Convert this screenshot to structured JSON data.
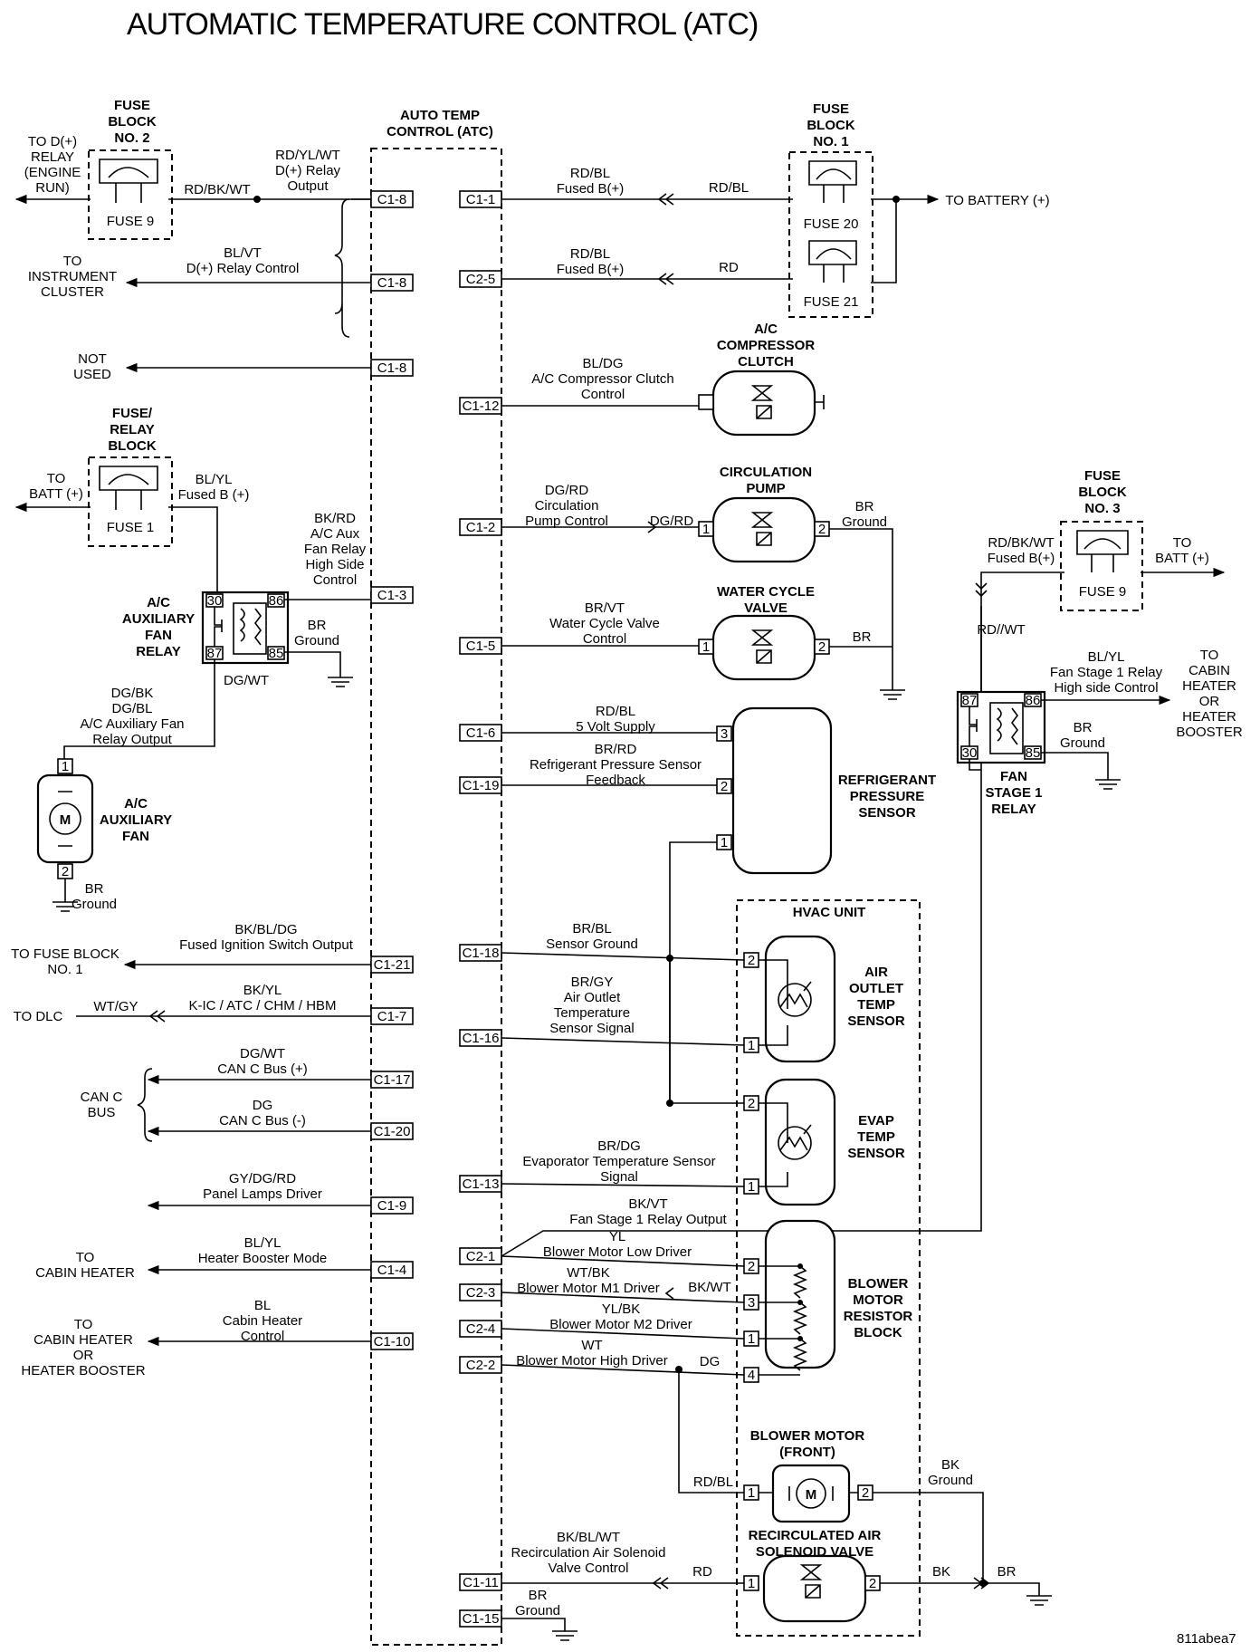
{
  "title": "AUTOMATIC TEMPERATURE CONTROL (ATC)",
  "footer_code": "811abea7",
  "module": [
    "AUTO TEMP",
    "CONTROL (ATC)"
  ],
  "fuse_block_2": {
    "title": [
      "FUSE",
      "BLOCK",
      "NO. 2"
    ],
    "fuse": "FUSE 9",
    "dest": [
      "TO D(+)",
      "RELAY",
      "(ENGINE",
      "RUN)"
    ],
    "wire": "RD/BK/WT"
  },
  "fuse_block_1": {
    "title": [
      "FUSE",
      "BLOCK",
      "NO. 1"
    ],
    "fuse_a": "FUSE 20",
    "fuse_b": "FUSE 21",
    "dest": "TO BATTERY (+)"
  },
  "fuse_relay_block": {
    "title": [
      "FUSE/",
      "RELAY",
      "BLOCK"
    ],
    "fuse": "FUSE 1",
    "dest": [
      "TO",
      "BATT (+)"
    ],
    "wire": [
      "BL/YL",
      "Fused B (+)"
    ]
  },
  "fuse_block_3": {
    "title": [
      "FUSE",
      "BLOCK",
      "NO. 3"
    ],
    "fuse": "FUSE 9",
    "dest": [
      "TO",
      "BATT (+)"
    ],
    "wire": [
      "RD/BK/WT",
      "Fused B(+)"
    ]
  },
  "left_circuits": {
    "c1_8a": {
      "pin": "C1-8",
      "wire": [
        "RD/YL/WT",
        "D(+) Relay",
        "Output"
      ]
    },
    "c1_8b": {
      "pin": "C1-8",
      "wire": [
        "BL/VT",
        "D(+) Relay Control"
      ],
      "dest": [
        "TO",
        "INSTRUMENT",
        "CLUSTER"
      ]
    },
    "c1_8c": {
      "pin": "C1-8",
      "dest": [
        "NOT",
        "USED"
      ]
    },
    "c1_3": {
      "pin": "C1-3",
      "wire": [
        "BK/RD",
        "A/C Aux",
        "Fan Relay",
        "High Side",
        "Control"
      ]
    },
    "c1_21": {
      "pin": "C1-21",
      "wire": [
        "BK/BL/DG",
        "Fused Ignition Switch Output"
      ],
      "dest": [
        "TO FUSE BLOCK",
        "NO. 1"
      ]
    },
    "c1_7": {
      "pin": "C1-7",
      "wire": [
        "BK/YL",
        "K-IC / ATC / CHM / HBM"
      ],
      "dest": "TO DLC",
      "wire2": "WT/GY"
    },
    "c1_17": {
      "pin": "C1-17",
      "wire": [
        "DG/WT",
        "CAN C Bus (+)"
      ]
    },
    "c1_20": {
      "pin": "C1-20",
      "wire": [
        "DG",
        "CAN C Bus (-)"
      ]
    },
    "can_label": [
      "CAN C",
      "BUS"
    ],
    "c1_9": {
      "pin": "C1-9",
      "wire": [
        "GY/DG/RD",
        "Panel Lamps Driver"
      ]
    },
    "c1_4": {
      "pin": "C1-4",
      "wire": [
        "BL/YL",
        "Heater Booster Mode"
      ],
      "dest": [
        "TO",
        "CABIN HEATER"
      ]
    },
    "c1_10": {
      "pin": "C1-10",
      "wire": [
        "BL",
        "Cabin Heater",
        "Control"
      ],
      "dest": [
        "TO",
        "CABIN HEATER",
        "OR",
        "HEATER BOOSTER"
      ]
    }
  },
  "aux_fan_relay": {
    "title": [
      "A/C",
      "AUXILIARY",
      "FAN",
      "RELAY"
    ],
    "pins": [
      "30",
      "86",
      "87",
      "85"
    ],
    "ground": [
      "BR",
      "Ground"
    ],
    "out_wire": "DG/WT",
    "out_desc": [
      "DG/BK",
      "DG/BL",
      "A/C Auxiliary Fan",
      "Relay Output"
    ]
  },
  "aux_fan": {
    "title": [
      "A/C",
      "AUXILIARY",
      "FAN"
    ],
    "motor": "M",
    "pins": [
      "1",
      "2"
    ],
    "ground": [
      "BR",
      "Ground"
    ]
  },
  "right_circuits": {
    "c1_1": {
      "pin": "C1-1",
      "wire": [
        "RD/BL",
        "Fused B(+)"
      ],
      "wire2": "RD/BL"
    },
    "c2_5": {
      "pin": "C2-5",
      "wire": [
        "RD/BL",
        "Fused B(+)"
      ],
      "wire2": "RD"
    },
    "c1_12": {
      "pin": "C1-12",
      "wire": [
        "BL/DG",
        "A/C Compressor Clutch",
        "Control"
      ]
    },
    "c1_2": {
      "pin": "C1-2",
      "wire": [
        "DG/RD",
        "Circulation",
        "Pump Control"
      ],
      "wire2": "DG/RD"
    },
    "c1_5": {
      "pin": "C1-5",
      "wire": [
        "BR/VT",
        "Water Cycle Valve",
        "Control"
      ]
    },
    "c1_6": {
      "pin": "C1-6",
      "wire": [
        "RD/BL",
        "5 Volt Supply"
      ]
    },
    "c1_19": {
      "pin": "C1-19",
      "wire": [
        "BR/RD",
        "Refrigerant Pressure Sensor",
        "Feedback"
      ]
    },
    "c1_18": {
      "pin": "C1-18",
      "wire": [
        "BR/BL",
        "Sensor Ground"
      ]
    },
    "c1_16": {
      "pin": "C1-16",
      "wire": [
        "BR/GY",
        "Air Outlet",
        "Temperature",
        "Sensor Signal"
      ]
    },
    "c1_13": {
      "pin": "C1-13",
      "wire": [
        "BR/DG",
        "Evaporator Temperature Sensor",
        "Signal"
      ]
    },
    "fan_stage": {
      "wire": [
        "BK/VT",
        "Fan Stage 1 Relay Output"
      ]
    },
    "c2_1": {
      "pin": "C2-1",
      "wire": [
        "YL",
        "Blower Motor Low Driver"
      ]
    },
    "c2_3": {
      "pin": "C2-3",
      "wire": [
        "WT/BK",
        "Blower Motor M1 Driver"
      ],
      "wire2": "BK/WT"
    },
    "c2_4": {
      "pin": "C2-4",
      "wire": [
        "YL/BK",
        "Blower Motor M2 Driver"
      ]
    },
    "c2_2": {
      "pin": "C2-2",
      "wire": [
        "WT",
        "Blower Motor High Driver"
      ],
      "wire2": "DG"
    },
    "c1_11": {
      "pin": "C1-11",
      "wire": [
        "BK/BL/WT",
        "Recirculation Air Solenoid",
        "Valve Control"
      ],
      "wire2": "RD"
    },
    "c1_15": {
      "pin": "C1-15",
      "wire": [
        "BR",
        "Ground"
      ]
    }
  },
  "compressor_clutch": {
    "title": [
      "A/C",
      "COMPRESSOR",
      "CLUTCH"
    ]
  },
  "circulation_pump": {
    "title": [
      "CIRCULATION",
      "PUMP"
    ],
    "pins": [
      "1",
      "2"
    ],
    "ground": [
      "BR",
      "Ground"
    ]
  },
  "water_valve": {
    "title": [
      "WATER CYCLE",
      "VALVE"
    ],
    "pins": [
      "1",
      "2"
    ],
    "wire": "BR"
  },
  "pressure_sensor": {
    "title": [
      "REFRIGERANT",
      "PRESSURE",
      "SENSOR"
    ],
    "pins": [
      "3",
      "2",
      "1"
    ]
  },
  "hvac_unit": {
    "title": "HVAC UNIT"
  },
  "air_outlet_sensor": {
    "title": [
      "AIR",
      "OUTLET",
      "TEMP",
      "SENSOR"
    ],
    "pins": [
      "2",
      "1"
    ]
  },
  "evap_sensor": {
    "title": [
      "EVAP",
      "TEMP",
      "SENSOR"
    ],
    "pins": [
      "2",
      "1"
    ]
  },
  "resistor_block": {
    "title": [
      "BLOWER",
      "MOTOR",
      "RESISTOR",
      "BLOCK"
    ],
    "pins": [
      "2",
      "3",
      "1",
      "4"
    ]
  },
  "blower_motor": {
    "title": [
      "BLOWER MOTOR",
      "(FRONT)"
    ],
    "motor": "M",
    "pins": [
      "1",
      "2"
    ],
    "in_wire": "RD/BL",
    "ground": [
      "BK",
      "Ground"
    ]
  },
  "recirc_valve": {
    "title": [
      "RECIRCULATED AIR",
      "SOLENOID VALVE"
    ],
    "pins": [
      "1",
      "2"
    ],
    "out_wire": "BK",
    "gnd_wire": "BR"
  },
  "fan_stage_relay": {
    "title": [
      "FAN",
      "STAGE 1",
      "RELAY"
    ],
    "pins": [
      "87",
      "86",
      "30",
      "85"
    ],
    "in_wire": "RD//WT",
    "ctrl": [
      "BL/YL",
      "Fan Stage 1 Relay",
      "High side Control"
    ],
    "dest": [
      "TO",
      "CABIN",
      "HEATER",
      "OR",
      "HEATER",
      "BOOSTER"
    ],
    "ground": [
      "BR",
      "Ground"
    ]
  }
}
